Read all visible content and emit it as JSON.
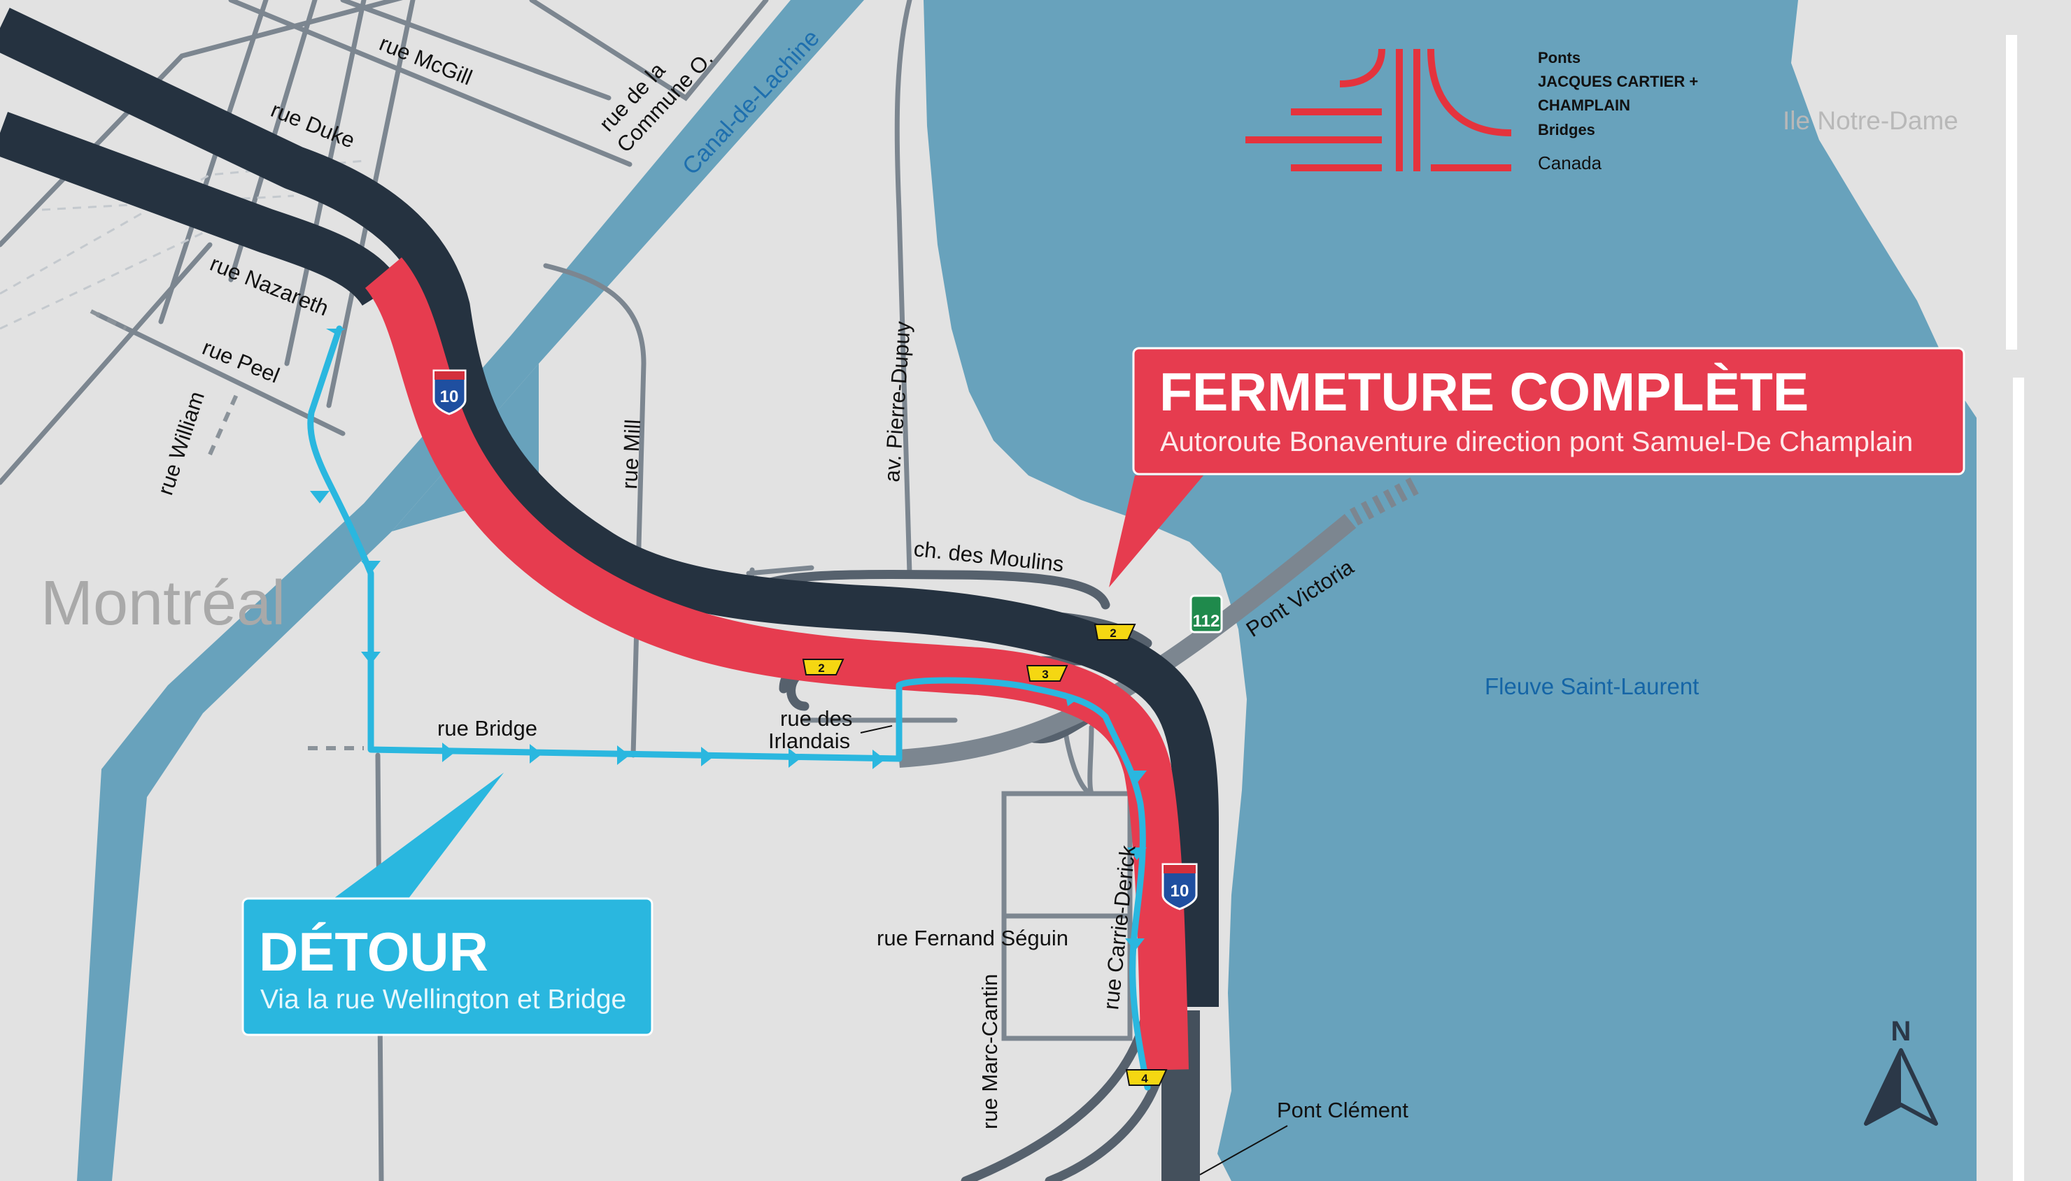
{
  "logo": {
    "line1": "Ponts",
    "line2": "JACQUES CARTIER +",
    "line3": "CHAMPLAIN",
    "line4": "Bridges",
    "canada": "Canada"
  },
  "closure": {
    "title": "FERMETURE COMPLÈTE",
    "subtitle": "Autoroute Bonaventure direction pont Samuel-De Champlain"
  },
  "detour": {
    "title": "DÉTOUR",
    "subtitle": "Via la rue Wellington et Bridge"
  },
  "places": {
    "city": "Montréal",
    "river": "Fleuve Saint-Laurent",
    "island": "Ile Notre-Dame",
    "canal": "Canal-de-Lachine"
  },
  "streets": {
    "mcgill": "rue McGill",
    "commune_1": "rue de la",
    "commune_2": "Commune O.",
    "duke": "rue Duke",
    "nazareth": "rue Nazareth",
    "peel": "rue Peel",
    "william": "rue William",
    "mill": "rue Mill",
    "pierre_dupuy": "av. Pierre-Dupuy",
    "moulins": "ch. des Moulins",
    "victoria": "Pont Victoria",
    "bridge": "rue Bridge",
    "irlandais_1": "rue des",
    "irlandais_2": "Irlandais",
    "fernand": "rue Fernand Séguin",
    "carrie": "rue Carrie-Derick",
    "marc_cantin": "rue Marc-Cantin",
    "clement": "Pont Clément"
  },
  "shields": {
    "autoroute": "10",
    "route": "112"
  },
  "exits": [
    "2",
    "2",
    "3",
    "4"
  ],
  "compass": "N",
  "colors": {
    "land": "#e2e2e2",
    "water": "#68a2bc",
    "highway": "#253240",
    "closure": "#e63c4f",
    "detour": "#2ab7df",
    "road": "#7c8690",
    "brand": "#e4333d"
  }
}
